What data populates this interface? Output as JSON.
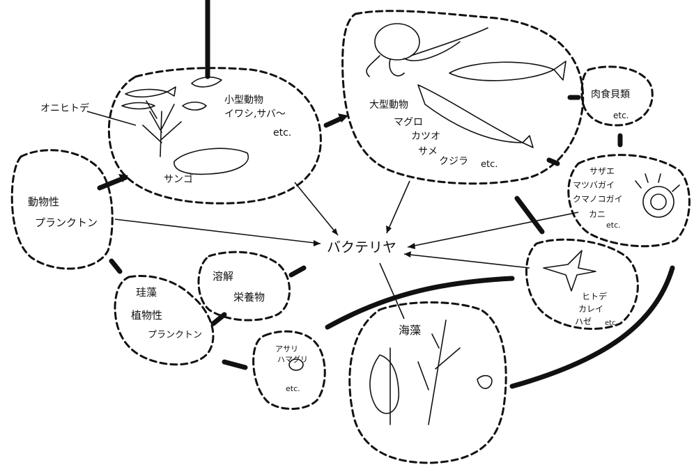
{
  "center": {
    "label": "バクテリヤ"
  },
  "nodes": {
    "small_animals": {
      "lines": [
        "小型動物",
        "イワシ,サバ～",
        "etc."
      ],
      "coral": "サンゴ"
    },
    "sea_star_pointer": "オニヒトデ",
    "large_animals": {
      "lines": [
        "大型動物",
        "マグロ",
        "カツオ",
        "サメ",
        "クジラ",
        "etc."
      ]
    },
    "carnivorous_shellfish": {
      "lines": [
        "肉食貝類",
        "etc."
      ]
    },
    "snails_crabs": {
      "lines": [
        "サザエ",
        "マツバガイ",
        "クマノコガイ",
        "カニ",
        "etc."
      ]
    },
    "zooplankton": {
      "lines": [
        "動物性",
        "プランクトン"
      ]
    },
    "dissolved_nutrients": {
      "lines": [
        "溶解",
        "栄養物"
      ]
    },
    "phytoplankton": {
      "lines": [
        "珪藻",
        "植物性",
        "プランクトン"
      ]
    },
    "clams": {
      "lines": [
        "アサリ",
        "ハマグリ",
        "etc."
      ]
    },
    "seaweed": {
      "lines": [
        "海藻"
      ]
    },
    "starfish_flatfish": {
      "lines": [
        "ヒトデ",
        "カレイ",
        "ハゼ",
        "etc."
      ]
    }
  }
}
